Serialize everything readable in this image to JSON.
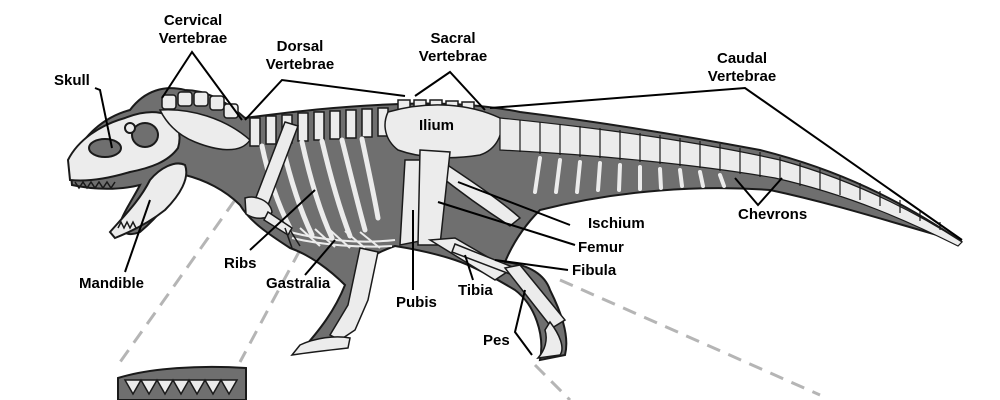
{
  "diagram": {
    "labels": {
      "skull": "Skull",
      "cervical": [
        "Cervical",
        "Vertebrae"
      ],
      "dorsal": [
        "Dorsal",
        "Vertebrae"
      ],
      "sacral": [
        "Sacral",
        "Vertebrae"
      ],
      "caudal": [
        "Caudal",
        "Vertebrae"
      ],
      "ilium": "Ilium",
      "chevrons": "Chevrons",
      "ischium": "Ischium",
      "femur": "Femur",
      "fibula": "Fibula",
      "tibia": "Tibia",
      "pubis": "Pubis",
      "pes": "Pes",
      "gastralia": "Gastralia",
      "ribs": "Ribs",
      "mandible": "Mandible"
    },
    "colors": {
      "body": "#6f6f6f",
      "bone": "#ececec",
      "outline": "#1a1a1a",
      "leader": "#000000",
      "dashed": "#b5b5b5"
    }
  }
}
